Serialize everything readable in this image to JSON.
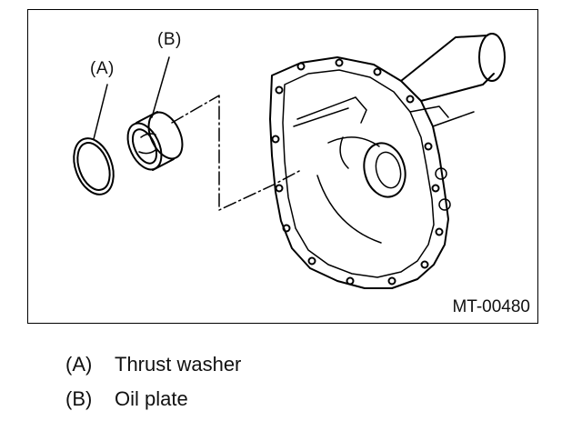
{
  "figure": {
    "callout_a": "(A)",
    "callout_b": "(B)",
    "code": "MT-00480"
  },
  "legend": [
    {
      "letter": "(A)",
      "text": "Thrust washer"
    },
    {
      "letter": "(B)",
      "text": "Oil plate"
    }
  ]
}
